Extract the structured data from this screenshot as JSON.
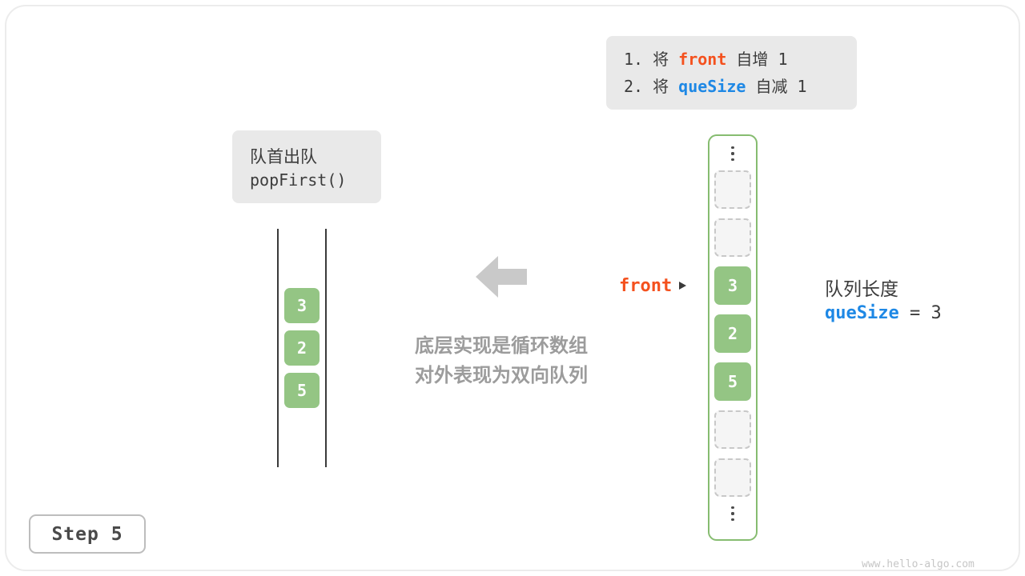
{
  "page": {
    "step_label": "Step 5",
    "watermark": "www.hello-algo.com"
  },
  "instructions": {
    "line1": {
      "pre": "1. 将 ",
      "keyword": "front",
      "post": " 自增 1"
    },
    "line2": {
      "pre": "2. 将 ",
      "keyword": "queSize",
      "post": " 自减 1"
    }
  },
  "operation": {
    "title": "队首出队",
    "code": "popFirst()"
  },
  "left_queue": {
    "values": [
      "3",
      "2",
      "5"
    ]
  },
  "note": {
    "line1": "底层实现是循环数组",
    "line2": "对外表现为双向队列"
  },
  "pointer": {
    "label": "front"
  },
  "array": {
    "cells": [
      {
        "value": "",
        "state": "empty"
      },
      {
        "value": "",
        "state": "empty"
      },
      {
        "value": "3",
        "state": "filled"
      },
      {
        "value": "2",
        "state": "filled"
      },
      {
        "value": "5",
        "state": "filled"
      },
      {
        "value": "",
        "state": "empty"
      },
      {
        "value": "",
        "state": "empty"
      }
    ]
  },
  "queue_info": {
    "label": "队列长度",
    "var_name": "queSize",
    "rest": " = 3"
  },
  "colors": {
    "green_fill": "#94c584",
    "green_border": "#86bc70",
    "orange": "#f4511e",
    "blue": "#1e88e5",
    "gray_box": "#e9e9e9",
    "note_gray": "#9c9c9c",
    "arrow_gray": "#c9c9c9"
  }
}
